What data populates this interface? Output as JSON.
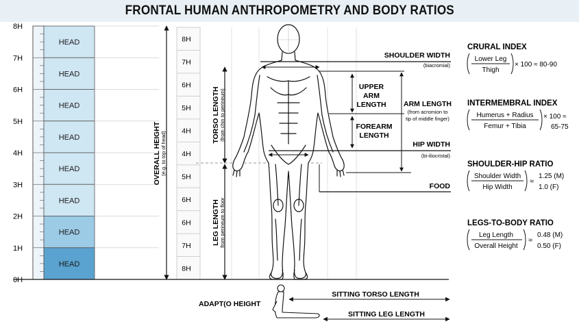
{
  "title": "FRONTAL HUMAN ANTHROPOMETRY AND BODY RATIOS",
  "scale": {
    "ticks": [
      "8H",
      "7H",
      "6H",
      "5H",
      "4H",
      "3H",
      "2H",
      "1H",
      "0H"
    ],
    "heads": [
      "HEAD",
      "HEAD",
      "HEAD",
      "HEAD",
      "HEAD",
      "HEAD",
      "HEAD",
      "HEAD"
    ]
  },
  "inner_scale": [
    "8H",
    "7H",
    "6H",
    "5H",
    "4H",
    "4H",
    "5H",
    "6H",
    "6H",
    "7H",
    "8H"
  ],
  "vertical_labels": {
    "overall_height": "OVERALL HEIGHT",
    "overall_height_note": "(e.g. to top of head)",
    "torso_length": "TORSO LENGTH",
    "torso_length_note": "(from chin to perineum)",
    "leg_length": "LEG LENGTH",
    "leg_length_note": "from perineum to floor"
  },
  "measurements": {
    "shoulder_width": "SHOULDER WIDTH",
    "shoulder_width_note": "(biacromial)",
    "upper_arm_line1": "UPPER",
    "upper_arm_line2": "ARM",
    "upper_arm_line3": "LENGTH",
    "forearm_line1": "FOREARM",
    "forearm_line2": "LENGTH",
    "arm_length": "ARM LENGTH",
    "arm_length_note1": "(from acromion to",
    "arm_length_note2": "tip of middle finger)",
    "hip_width": "HIP WIDTH",
    "hip_width_note": "(bi-iliocristal)",
    "food": "FOOD"
  },
  "sitting": {
    "label": "ADAPT(O HEIGHT",
    "torso": "SITTING TORSO LENGTH",
    "leg": "SITTING LEG LENGTH"
  },
  "ratios": {
    "crural": {
      "title": "CRURAL INDEX",
      "num": "Lower Leg",
      "den": "Thigh",
      "tail": "× 100 ≈ 80-90"
    },
    "intermembral": {
      "title": "INTERMEMBRAL INDEX",
      "num": "Humerus + Radius",
      "den": "Femur + Tibia",
      "tail": "× 100 ≈",
      "tail2": "65-75"
    },
    "shoulder_hip": {
      "title": "SHOULDER-HIP RATIO",
      "num": "Shoulder Width",
      "den": "Hip Width",
      "approx": "≈",
      "v1": "1.25 (M)",
      "v2": "1.0 (F)"
    },
    "legs_body": {
      "title": "LEGS-TO-BODY RATIO",
      "num": "Leg Length",
      "den": "Overall Height",
      "approx": "≈",
      "v1": "0.48 (M)",
      "v2": "0.50 (F)"
    }
  },
  "colors": {
    "head_light": "#cfe6f3",
    "head_mid": "#9ccbe5",
    "head_dark": "#5aa2cf",
    "line": "#111111",
    "grid": "#cfcfcf"
  }
}
